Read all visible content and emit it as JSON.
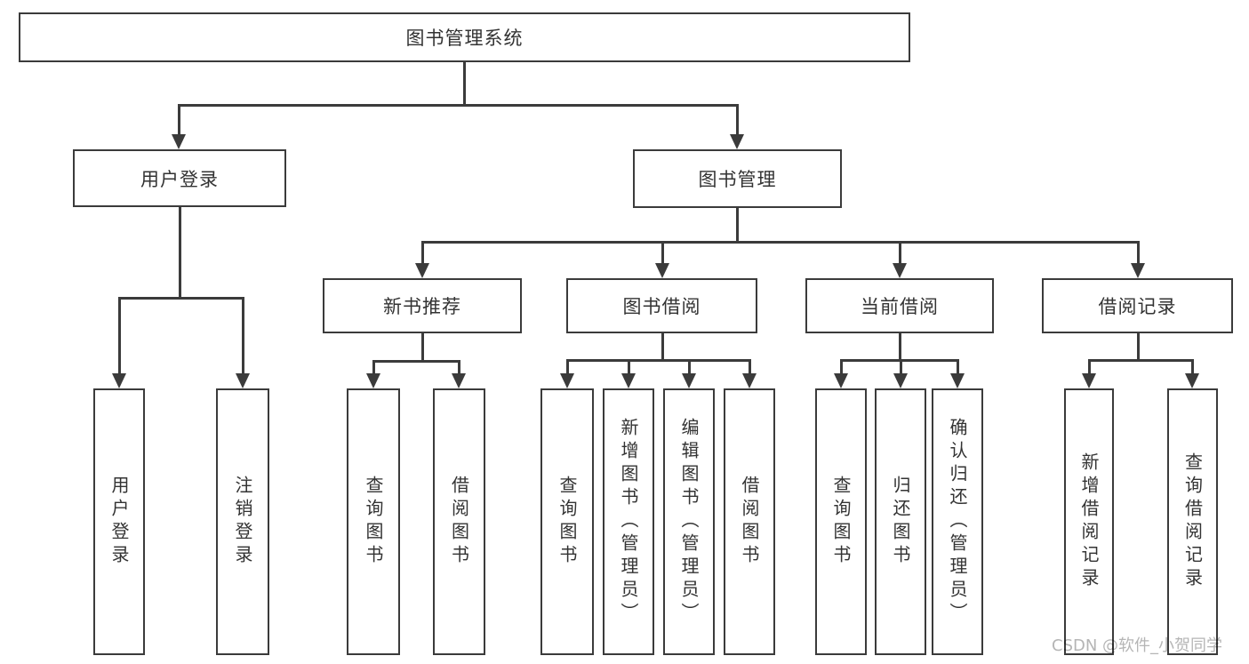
{
  "tree": {
    "root": {
      "label": "图书管理系统",
      "children": [
        {
          "label": "用户登录",
          "children": [
            {
              "label": "用户登录"
            },
            {
              "label": "注销登录"
            }
          ]
        },
        {
          "label": "图书管理",
          "children": [
            {
              "label": "新书推荐",
              "children": [
                {
                  "label": "查询图书"
                },
                {
                  "label": "借阅图书"
                }
              ]
            },
            {
              "label": "图书借阅",
              "children": [
                {
                  "label": "查询图书"
                },
                {
                  "label": "新增图书（管理员）"
                },
                {
                  "label": "编辑图书（管理员）"
                },
                {
                  "label": "借阅图书"
                }
              ]
            },
            {
              "label": "当前借阅",
              "children": [
                {
                  "label": "查询图书"
                },
                {
                  "label": "归还图书"
                },
                {
                  "label": "确认归还（管理员）"
                }
              ]
            },
            {
              "label": "借阅记录",
              "children": [
                {
                  "label": "新增借阅记录"
                },
                {
                  "label": "查询借阅记录"
                }
              ]
            }
          ]
        }
      ]
    }
  },
  "watermark": {
    "text": "CSDN @软件_小贺同学"
  },
  "colors": {
    "line": "#3b3b3b",
    "text": "#333333",
    "watermark": "#b5b5b5",
    "background": "#ffffff"
  }
}
